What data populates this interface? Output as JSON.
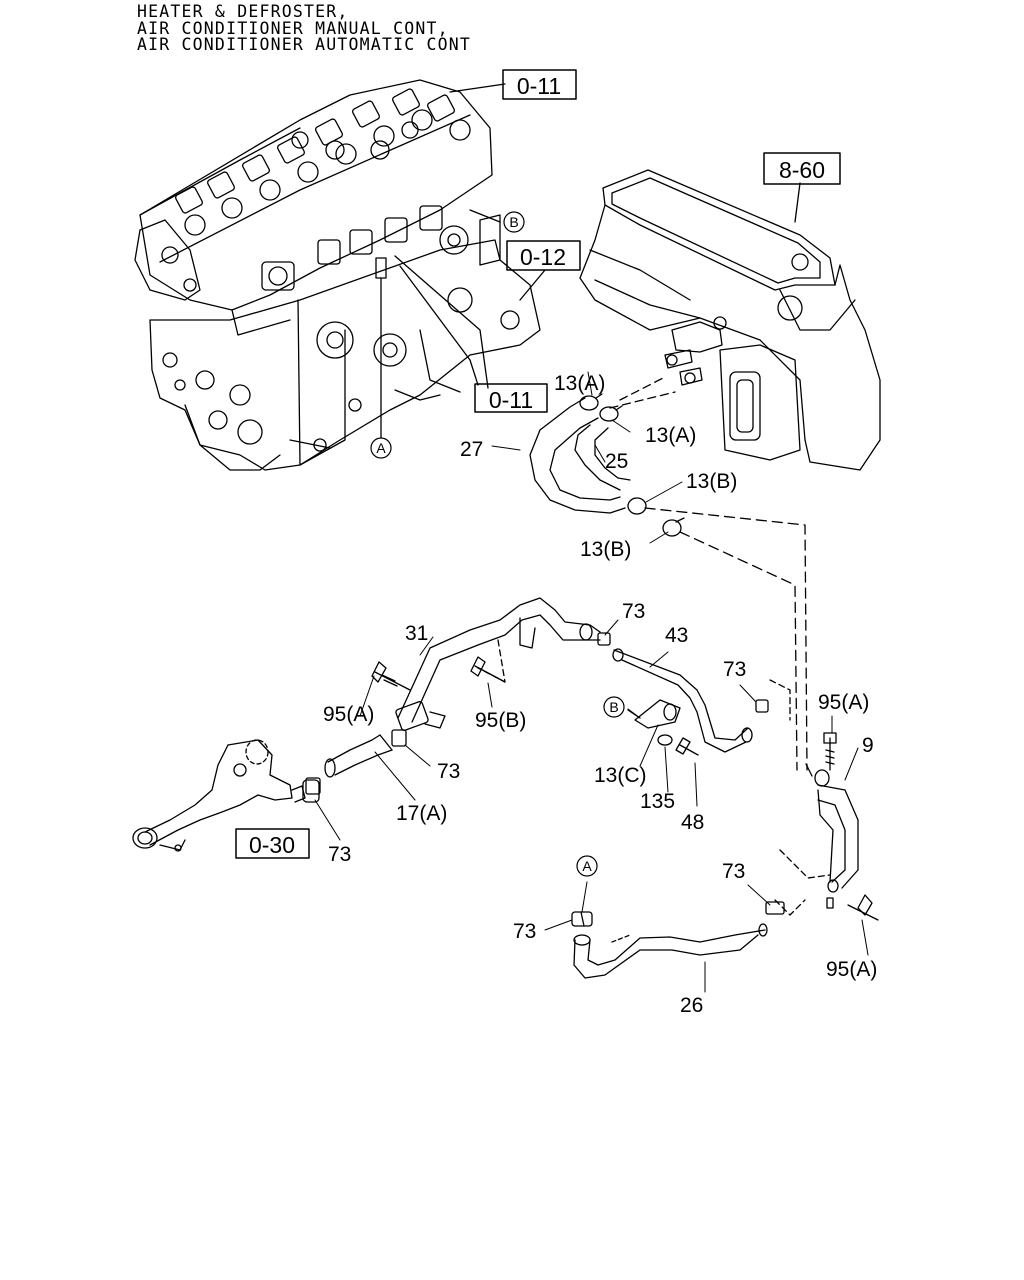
{
  "title_lines": [
    "HEATER & DEFROSTER,",
    "AIR CONDITIONER MANUAL CONT,",
    "AIR CONDITIONER AUTOMATIC CONT"
  ],
  "refs": {
    "r011a": "0-11",
    "r860": "8-60",
    "r012": "0-12",
    "r011b": "0-11",
    "r030": "0-30"
  },
  "callouts": {
    "A_engine": "A",
    "B_engine": "B",
    "B_clip": "B",
    "A_lower": "A"
  },
  "parts": {
    "p13A_top": "13(A)",
    "p13A_right": "13(A)",
    "p27": "27",
    "p25": "25",
    "p13B_a": "13(B)",
    "p13B_b": "13(B)",
    "p73_a": "73",
    "p31": "31",
    "p43": "43",
    "p73_b": "73",
    "p95A_left": "95(A)",
    "p95B": "95(B)",
    "p95A_right": "95(A)",
    "p9": "9",
    "p73_c": "73",
    "p13C": "13(C)",
    "p135": "135",
    "p48": "48",
    "p17A": "17(A)",
    "p73_d": "73",
    "p73_e": "73",
    "p73_f": "73",
    "p95A_bottom": "95(A)",
    "p26": "26"
  }
}
